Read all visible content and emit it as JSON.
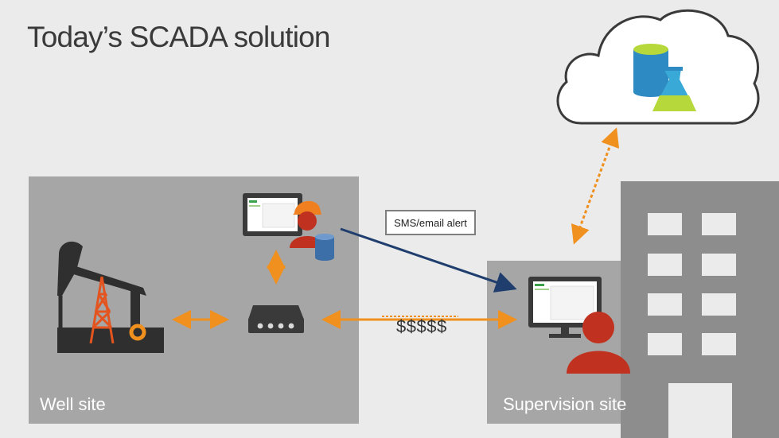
{
  "title": "Today’s SCADA solution",
  "well_site": {
    "label": "Well site"
  },
  "supervision_site": {
    "label": "Supervision site"
  },
  "alert": {
    "label": "SMS/email alert"
  },
  "link": {
    "cost_label": "$$$$$"
  },
  "colors": {
    "background": "#ebebeb",
    "panel": "#a6a6a6",
    "building": "#8d8d8d",
    "connector_orange": "#f0901e",
    "alert_arrow": "#1f3e6e",
    "person_red": "#c0321f",
    "hardhat_orange": "#f07f20",
    "pumpjack_dark": "#2f2f2f",
    "derrick_orange": "#e3541e"
  },
  "icons": {
    "cloud": "cloud-icon",
    "database": "database-icon",
    "flask": "flask-icon",
    "pumpjack": "pumpjack-icon",
    "gateway": "gateway-device-icon",
    "field_operator": "field-operator-icon",
    "supervisor": "supervisor-icon",
    "building": "building-icon"
  }
}
